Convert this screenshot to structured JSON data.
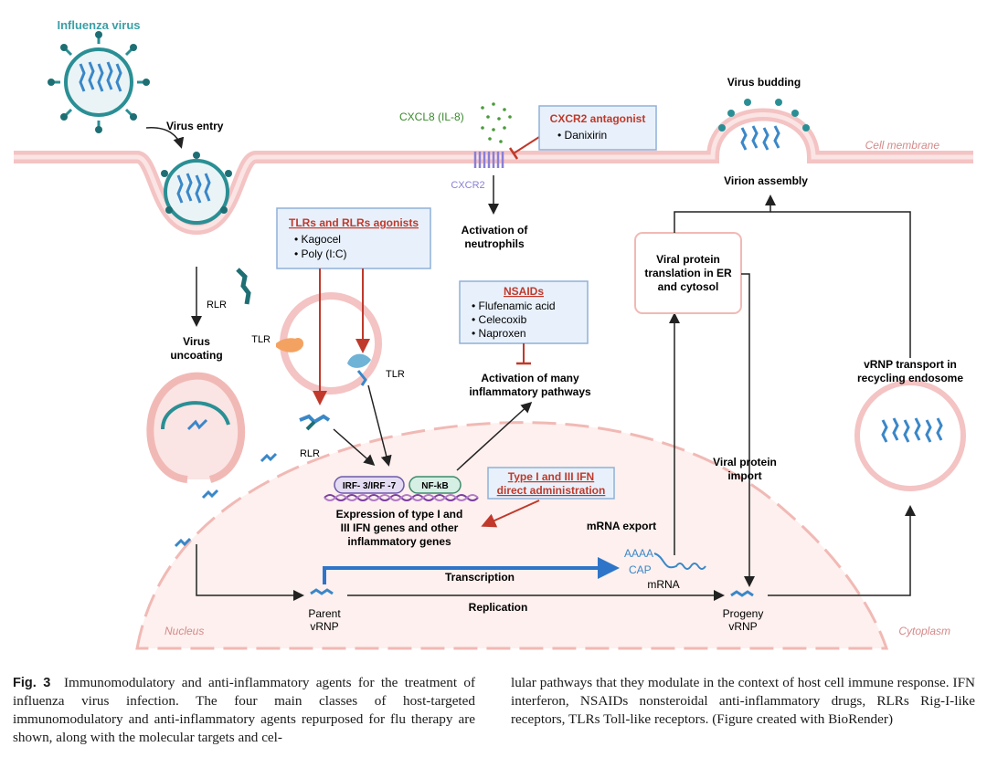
{
  "labels": {
    "influenza_virus": "Influenza virus",
    "virus_entry": "Virus entry",
    "virus_uncoating_1": "Virus",
    "virus_uncoating_2": "uncoating",
    "rlr_top": "RLR",
    "rlr_bottom": "RLR",
    "tlr_left": "TLR",
    "tlr_right": "TLR",
    "cxcl8": "CXCL8 (IL-8)",
    "cxcr2": "CXCR2",
    "activation_neutrophils_1": "Activation of",
    "activation_neutrophils_2": "neutrophils",
    "activation_pathways_1": "Activation of many",
    "activation_pathways_2": "inflammatory pathways",
    "virus_budding": "Virus budding",
    "cell_membrane": "Cell membrane",
    "virion_assembly": "Virion assembly",
    "viral_protein_translation_1": "Viral protein",
    "viral_protein_translation_2": "translation in ER",
    "viral_protein_translation_3": "and cytosol",
    "vrnp_transport_1": "vRNP transport in",
    "vrnp_transport_2": "recycling endosome",
    "viral_protein_import_1": "Viral protein",
    "viral_protein_import_2": "import",
    "mrna_export": "mRNA export",
    "aaaa": "AAAA",
    "cap": "CAP",
    "mrna": "mRNA",
    "transcription": "Transcription",
    "replication": "Replication",
    "parent_vrnp_1": "Parent",
    "parent_vrnp_2": "vRNP",
    "progeny_vrnp_1": "Progeny",
    "progeny_vrnp_2": "vRNP",
    "nucleus": "Nucleus",
    "cytoplasm": "Cytoplasm",
    "irf": "IRF- 3/IRF -7",
    "nfkb": "NF-kB",
    "expression_1": "Expression of type I and",
    "expression_2": "III IFN genes and other",
    "expression_3": "inflammatory genes"
  },
  "boxes": {
    "cxcr2_antagonist": {
      "title": "CXCR2 antagonist",
      "items": [
        "Danixirin"
      ]
    },
    "tlr_rlr_agonists": {
      "title": "TLRs and RLRs agonists",
      "items": [
        "Kagocel",
        "Poly (I:C)"
      ]
    },
    "nsaids": {
      "title": "NSAIDs",
      "items": [
        "Flufenamic acid",
        "Celecoxib",
        "Naproxen"
      ]
    },
    "ifn_direct": {
      "title_1": "Type I and III IFN",
      "title_2": "direct administration"
    }
  },
  "caption": {
    "label": "Fig. 3",
    "left_text": "Immunomodulatory and anti-inflammatory agents for the treatment of influenza virus infection. The four main classes of host-targeted immunomodulatory and anti-inflammatory agents repurposed for flu therapy are shown, along with the molecular targets and cel-",
    "right_text": "lular pathways that they modulate in the context of host cell immune response. IFN interferon, NSAIDs nonsteroidal anti-inflammatory drugs, RLRs Rig-I-like receptors, TLRs Toll-like receptors. (Figure created with BioRender)"
  },
  "colors": {
    "membrane": "#f4c3c3",
    "membrane_line": "#e8a2a2",
    "nucleus_fill": "#fdf0ee",
    "virus_teal": "#2a8f94",
    "rna_blue": "#3a87c8",
    "box_fill": "#e8f1fb",
    "box_border": "#8fb1d8",
    "red_arrow": "#c0392b",
    "blue_arrow": "#2e75c9",
    "title_teal": "#3aa0a6",
    "cxcl8_green": "#3a8a2e",
    "cxcr2_purple": "#8a7fd6"
  }
}
